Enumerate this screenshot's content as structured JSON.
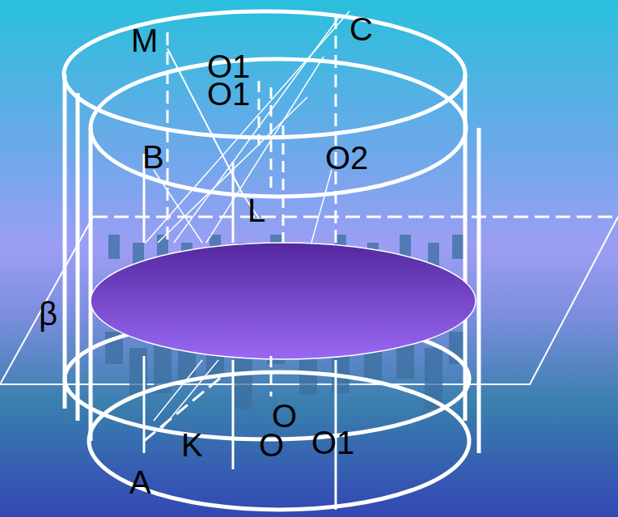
{
  "diagram": {
    "labels": [
      "M",
      "O1",
      "O1",
      "C",
      "B",
      "O2",
      "L",
      "β",
      "O",
      "K",
      "O",
      "O1",
      "A"
    ]
  }
}
